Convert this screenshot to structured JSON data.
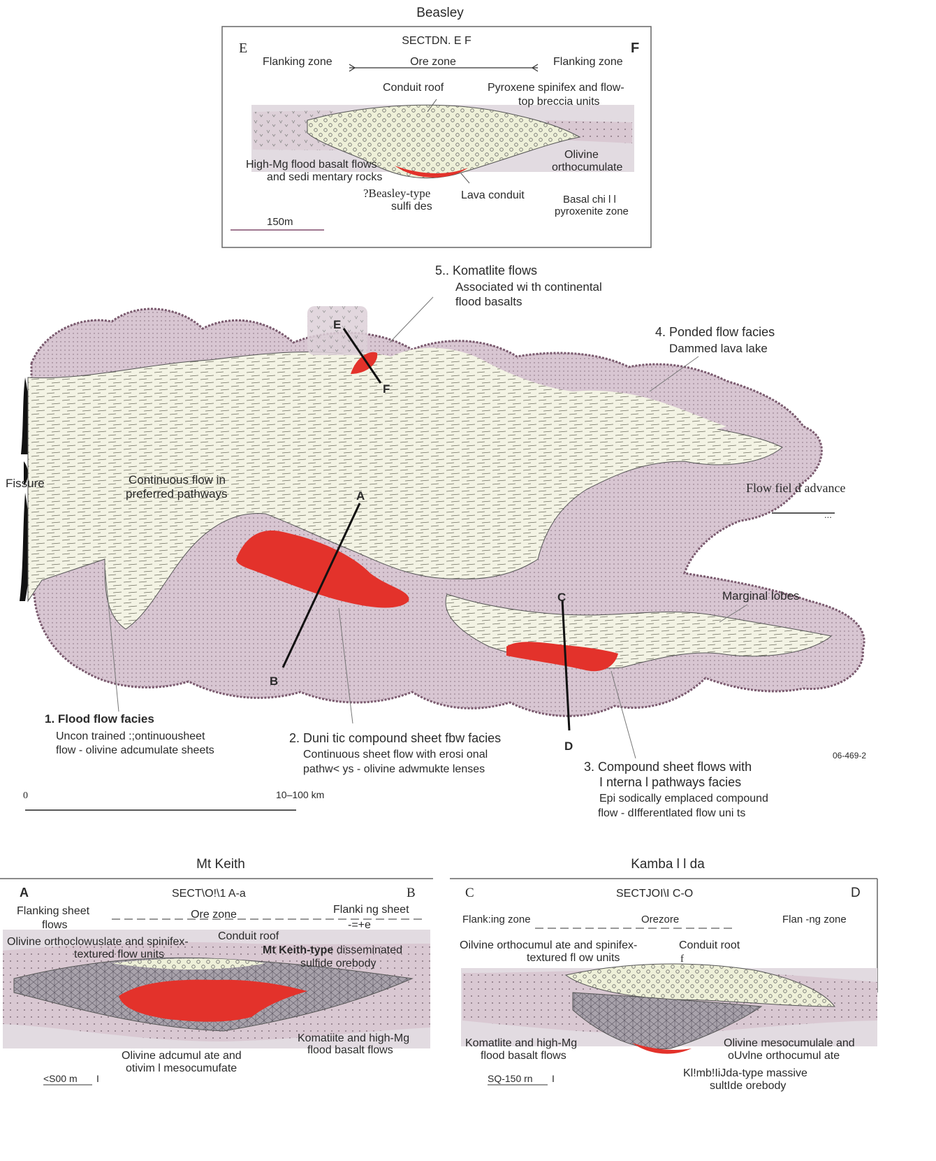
{
  "beasley": {
    "title": "Beasley",
    "section": "SECTDN. E F",
    "corner_left": "E",
    "corner_right": "F",
    "flanking_left": "Flanking zone",
    "ore_zone": "Ore zone",
    "flanking_right": "Flanking zone",
    "conduit_roof": "Conduit roof",
    "pyroxene_1": "Pyroxene spinifex and flow-",
    "pyroxene_2": "top breccia units",
    "highmg_1": "High-Mg flood basalt flows",
    "highmg_2": "and sedi mentary rocks",
    "olivine_1": "Olivine",
    "olivine_2": "orthocumulate",
    "beasley_type_1": "?Beasley-type",
    "beasley_type_2": "sulfi des",
    "lava_conduit": "Lava conduit",
    "basal_1": "Basal chi l l",
    "basal_2": "pyroxenite zone",
    "scale": "150m"
  },
  "map": {
    "label5_title": "5.. Komatlite flows",
    "label5_sub1": "Associated wi th continental",
    "label5_sub2": "flood basalts",
    "label4_title": "4. Ponded flow facies",
    "label4_sub": "Dammed lava lake",
    "fissure": "Fissure",
    "continuous_1": "Continuous flow in",
    "continuous_2": "preferred pathways",
    "flow_advance": "Flow fiel d advance",
    "flow_advance_mark": "...",
    "marginal": "Marginal lobes",
    "pt_A": "A",
    "pt_B": "B",
    "pt_C": "C",
    "pt_D": "D",
    "pt_E": "E",
    "pt_F": "F",
    "label1_title": "1. Flood flow facies",
    "label1_sub1": "Uncon trained :;ontinuousheet",
    "label1_sub2": "flow - olivine adcumulate sheets",
    "label2_title": "2. Duni tic compound sheet fbw facies",
    "label2_sub1": "Continuous  sheet flow with erosi onal",
    "label2_sub2": "pathw< ys - olivine adwmukte lenses",
    "label3_title1": "3. Compound  sheet flows with",
    "label3_title2": "I nterna l pathways facies",
    "label3_sub1": "Epi sodically emplaced compound",
    "label3_sub2": "flow - dIfferentlated flow uni ts",
    "fig_code": "06-469-2",
    "scale_zero": "0",
    "scale_range": "10–100 km"
  },
  "mtkeith": {
    "title": "Mt Keith",
    "section": "SECT\\O!\\1  A-a",
    "corner_left": "A",
    "corner_right": "B",
    "flank_left_1": "Flanking sheet",
    "flank_left_2": "flows",
    "ore_zone": "Ore zone",
    "flank_right_1": "Flanki ng sheet",
    "flank_right_2": "-=+e",
    "olivine_1": "Olivine orthoclowuslate and spinifex-",
    "olivine_2": "textured flow units",
    "conduit_roof": "Conduit roof",
    "mtkeith_type_bold": "Mt Keith-type",
    "mtkeith_type_rest": " disseminated",
    "sulfide": "sulfide orebody",
    "komatiite_1": "Komatiite and high-Mg",
    "komatiite_2": "flood basalt flows",
    "adcum_1": "Olivine adcumul ate and",
    "adcum_2": "otivim l mesocumufate",
    "scale": "<S00 m",
    "scale_tick": "I"
  },
  "kambalda": {
    "title": "Kamba l l da",
    "section": "SECTJOI\\I  C-O",
    "corner_left": "C",
    "corner_right": "D",
    "flank_left": "Flank:ing zone",
    "ore_zone": "Orezore",
    "flank_right": "Flan  -ng zone",
    "olivine_1": "Oilvine orthocumul ate and spinifex-",
    "olivine_2": "textured fl ow units",
    "conduit_root": "Conduit root",
    "conduit_f": "f",
    "komatiite_1": "Komatlite and high-Mg",
    "komatiite_2": "flood basalt flows",
    "meso_1": "Olivine mesocumulale and",
    "meso_2": "oUvlne orthocumul ate",
    "kamb_type_1": "Kl!mb!IiJda-type massive",
    "kamb_type_2": "sultIde orebody",
    "scale": "SQ-150 rn",
    "scale_tick": "I"
  },
  "colors": {
    "lobe": "#d8c6d2",
    "lobe_edge": "#6a4a5e",
    "flow": "#f3f3e4",
    "ore": "#e3322b",
    "stone": "#8a8590"
  }
}
